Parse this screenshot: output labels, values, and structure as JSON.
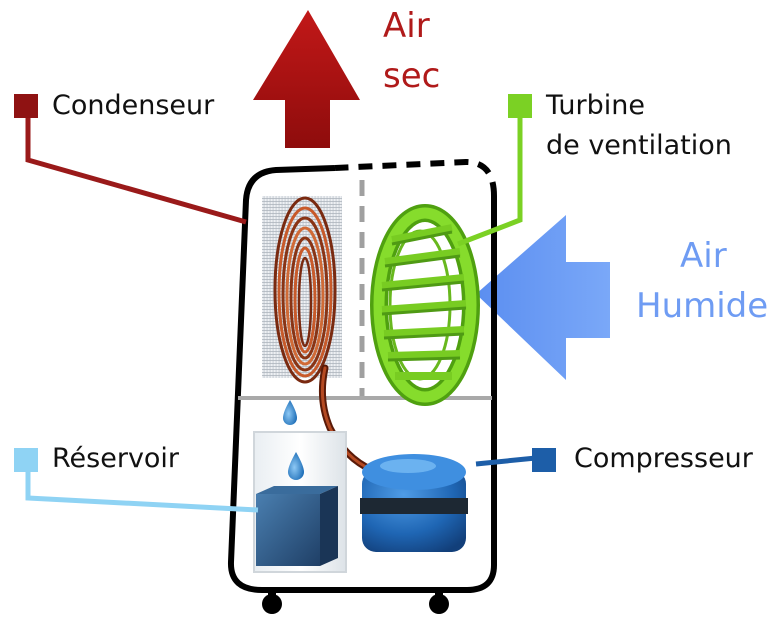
{
  "colors": {
    "condenser": "#8f1212",
    "dry_air": "#b01a1a",
    "fan": "#7bd124",
    "humid_air": "#6f9cf3",
    "reservoir": "#8fd3f4",
    "compressor": "#1d5ea8",
    "outline": "#000000",
    "divider": "#a0a0a0"
  },
  "labels": {
    "air_sec_line1": "Air",
    "air_sec_line2": "sec",
    "condenseur": "Condenseur",
    "turbine_line1": "Turbine",
    "turbine_line2": "de ventilation",
    "air_humide_line1": "Air",
    "air_humide_line2": "Humide",
    "reservoir": "Réservoir",
    "compresseur": "Compresseur"
  }
}
